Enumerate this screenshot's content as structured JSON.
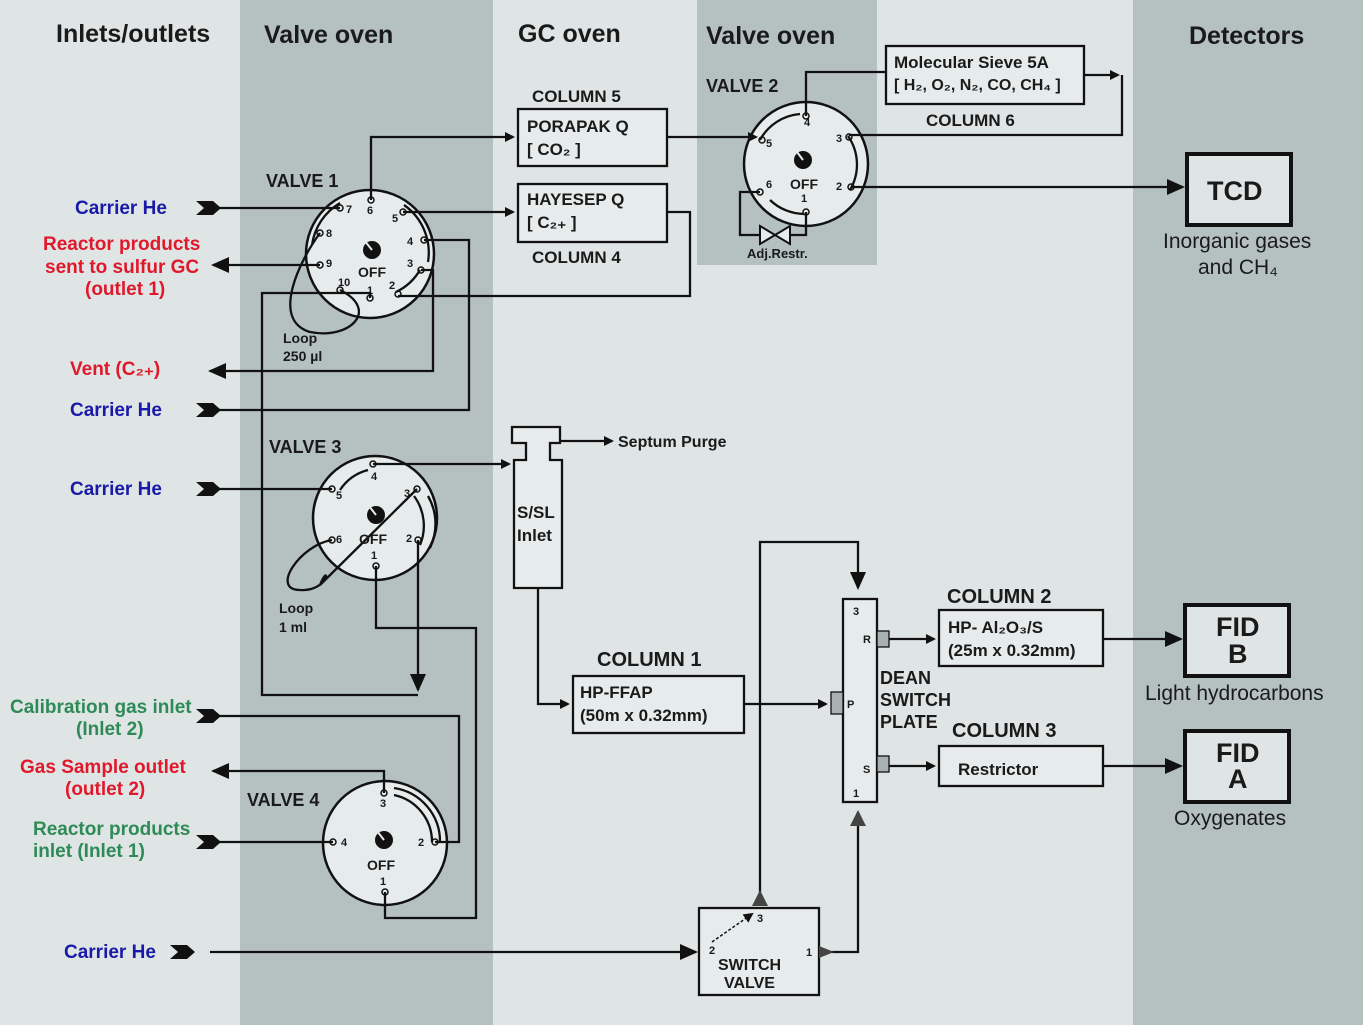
{
  "sections": {
    "inlets": "Inlets/outlets",
    "valve_oven_1": "Valve oven",
    "gc_oven": "GC oven",
    "valve_oven_2": "Valve oven",
    "detectors": "Detectors"
  },
  "valves": {
    "v1": "VALVE 1",
    "v2": "VALVE 2",
    "v3": "VALVE 3",
    "v4": "VALVE 4",
    "off": "OFF",
    "switch_line1": "SWITCH",
    "switch_line2": "VALVE"
  },
  "loops": {
    "loop1_a": "Loop",
    "loop1_b": "250 µl",
    "loop3_a": "Loop",
    "loop3_b": "1 ml"
  },
  "restrictor_adj": "Adj.Restr.",
  "columns": {
    "c5_title": "COLUMN 5",
    "c5_a": "PORAPAK Q",
    "c5_b": "[ CO₂ ]",
    "c4_title": "COLUMN 4",
    "c4_a": "HAYESEP Q",
    "c4_b": "[ C₂₊ ]",
    "c6_title": "COLUMN 6",
    "c6_a": "Molecular Sieve 5A",
    "c6_b": "[ H₂, O₂, N₂, CO, CH₄ ]",
    "c1_title": "COLUMN 1",
    "c1_a": "HP-FFAP",
    "c1_b": "(50m x 0.32mm)",
    "c2_title": "COLUMN  2",
    "c2_a": "HP- Al₂O₃/S",
    "c2_b": "(25m x 0.32mm)",
    "c3_title": "COLUMN  3",
    "c3_a": "Restrictor"
  },
  "inlet_ssl_a": "S/SL",
  "inlet_ssl_b": "Inlet",
  "septum_purge": "Septum Purge",
  "dean": {
    "a": "DEAN",
    "b": "SWITCH",
    "c": "PLATE",
    "p3": "3",
    "r": "R",
    "p": "P",
    "s": "S",
    "p1": "1"
  },
  "ports_io": {
    "carrier_1": "Carrier He",
    "reactor_sulfur_1": "Reactor products",
    "reactor_sulfur_2": "sent to sulfur GC",
    "reactor_sulfur_3": "(outlet 1)",
    "vent": "Vent (C₂₊)",
    "carrier_2": "Carrier He",
    "carrier_3": "Carrier He",
    "calib_1": "Calibration gas inlet",
    "calib_2": "(Inlet 2)",
    "gas_sample_1": "Gas Sample outlet",
    "gas_sample_2": "(outlet 2)",
    "reactor_in_1": "Reactor products",
    "reactor_in_2": "inlet  (Inlet 1)",
    "carrier_4": "Carrier He"
  },
  "detectors": {
    "tcd": "TCD",
    "tcd_desc_1": "Inorganic gases",
    "tcd_desc_2": "and CH₄",
    "fidb_1": "FID",
    "fidb_2": "B",
    "fidb_desc": "Light hydrocarbons",
    "fida_1": "FID",
    "fida_2": "A",
    "fida_desc": "Oxygenates"
  },
  "colors": {
    "background_light": "#dfe5e5",
    "panel_dark": "#b5c1c1",
    "carrier_text": "#1a1aa8",
    "outlet_text": "#e0182b",
    "inlet_text": "#2e8b57"
  }
}
